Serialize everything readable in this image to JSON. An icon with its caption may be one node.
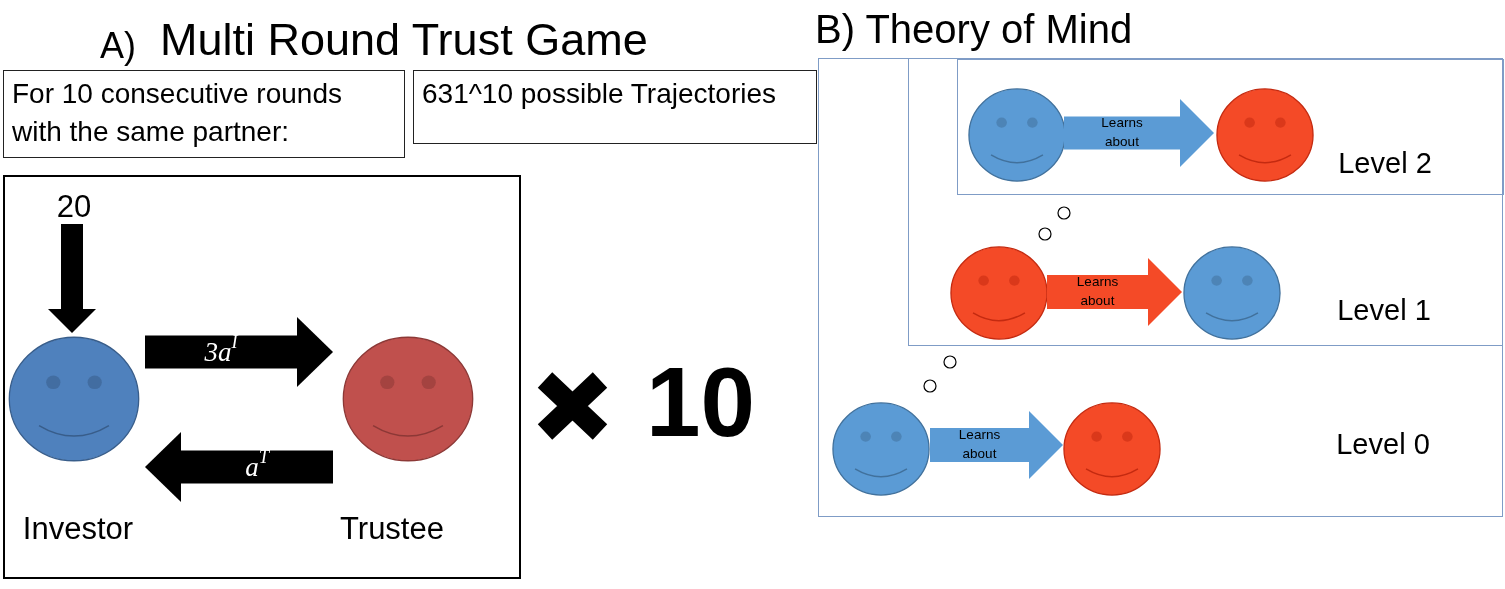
{
  "diagram": {
    "nodes": [
      {
        "text": [
          "For 10 consecutive rounds with the same partner:"
        ]
      },
      {
        "text": [
          "631^10 possible Trajectories"
        ]
      },
      {
        "text": [],
        "shape": "box"
      },
      {
        "text": [
          "20"
        ],
        "in": 2
      },
      {
        "text": [
          "Investor"
        ],
        "in": 2
      },
      {
        "text": [
          "Trustee"
        ],
        "in": 2
      },
      {
        "text": [
          "B) Theory of Mind",
          "Level 0"
        ]
      },
      {
        "text": [
          "Level 1"
        ],
        "in": 6
      },
      {
        "text": [
          "Level 2"
        ],
        "in": 7
      },
      {
        "text": [],
        "shape": "picture",
        "in": 8
      },
      {
        "text": [],
        "shape": "picture",
        "in": 8
      },
      {
        "text": [],
        "shape": "picture",
        "in": 7
      },
      {
        "text": [],
        "shape": "picture",
        "in": 7
      },
      {
        "text": [],
        "shape": "picture",
        "in": 6
      },
      {
        "text": [],
        "shape": "picture",
        "in": 6
      }
    ],
    "edges": [
      {
        "from": 3,
        "to": 4,
        "arrow": "to"
      },
      {
        "from": 4,
        "to": 5,
        "arrow": "to",
        "label": "3a$^{I}$"
      },
      {
        "from": 5,
        "to": 4,
        "arrow": "to",
        "label": "a$^{T}$"
      },
      {
        "from": 9,
        "to": 10,
        "arrow": "to",
        "label": "Learns about",
        "color": "#5b9bd5"
      },
      {
        "from": 11,
        "to": 12,
        "arrow": "to",
        "label": "Learns about",
        "color": "#f44a27"
      },
      {
        "from": 13,
        "to": 14,
        "arrow": "to",
        "label": "Learns about",
        "color": "#5b9bd5"
      }
    ],
    "labels": [
      "A)",
      "Multi Round Trust Game",
      "10"
    ]
  }
}
